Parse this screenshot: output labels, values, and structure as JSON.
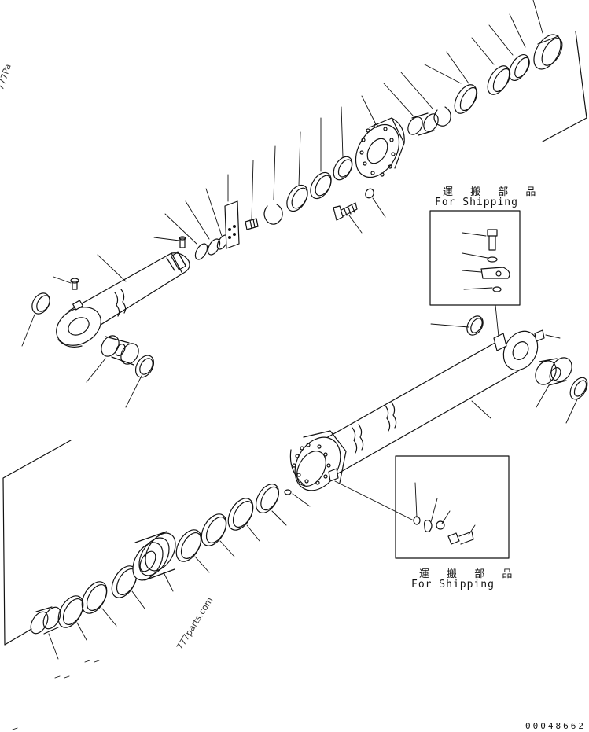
{
  "shipping_box_top": {
    "jp_label": "運 搬 部 品",
    "en_label": "For Shipping"
  },
  "shipping_box_bottom": {
    "jp_label": "運 搬 部 品",
    "en_label": "For Shipping"
  },
  "watermark_side": "777Pa",
  "watermark_center": "777parts.com",
  "drawing_code": "00048662"
}
